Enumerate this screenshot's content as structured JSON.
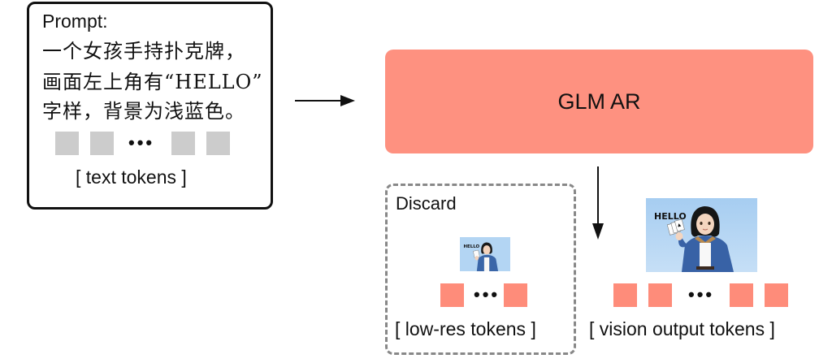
{
  "prompt": {
    "label": "Prompt:",
    "lines": [
      "一个女孩手持扑克牌，",
      "画面左上角有“HELLO”",
      "字样，背景为浅蓝色。"
    ],
    "token_ellipsis": "•••",
    "caption": "[ text tokens ]"
  },
  "model": {
    "label": "GLM AR"
  },
  "discard": {
    "label": "Discard",
    "image_alt": "low-res generated image: girl holding playing cards, HELLO text, light blue background",
    "token_ellipsis": "•••",
    "caption": "[ low-res tokens ]"
  },
  "output": {
    "image_alt": "generated image: girl in denim jacket holding playing cards, HELLO text top-left, light blue background",
    "image_text": "HELLO",
    "token_ellipsis": "•••",
    "caption": "[ vision output tokens ]"
  },
  "colors": {
    "model_block": "#fe9180",
    "vision_token": "#fe8c7a",
    "text_token": "#cccccc",
    "discard_border": "#888888",
    "image_background": "#b3d5f3"
  }
}
